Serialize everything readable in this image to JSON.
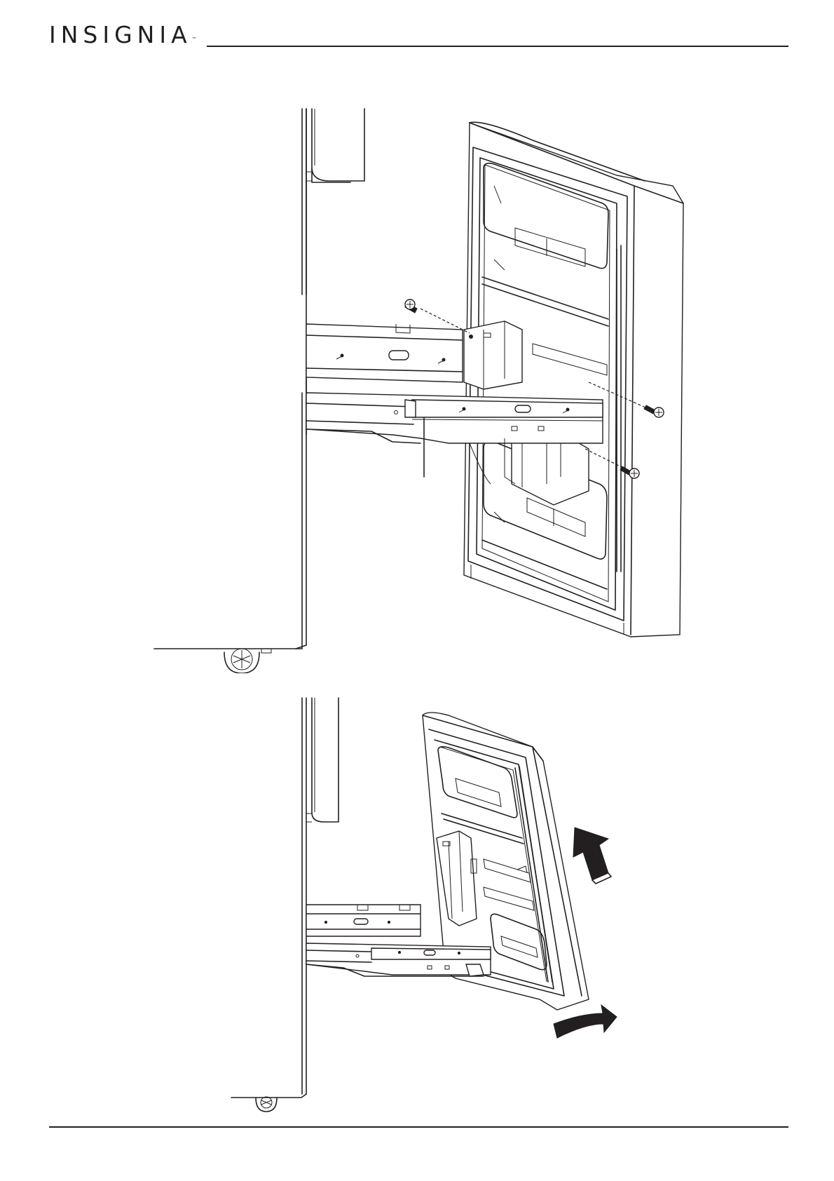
{
  "header": {
    "brand": "INSIGNIA",
    "trademark": "™"
  },
  "illustrations": {
    "top": "door-rail-screws-removal",
    "bottom": "door-lift-off-rails"
  }
}
